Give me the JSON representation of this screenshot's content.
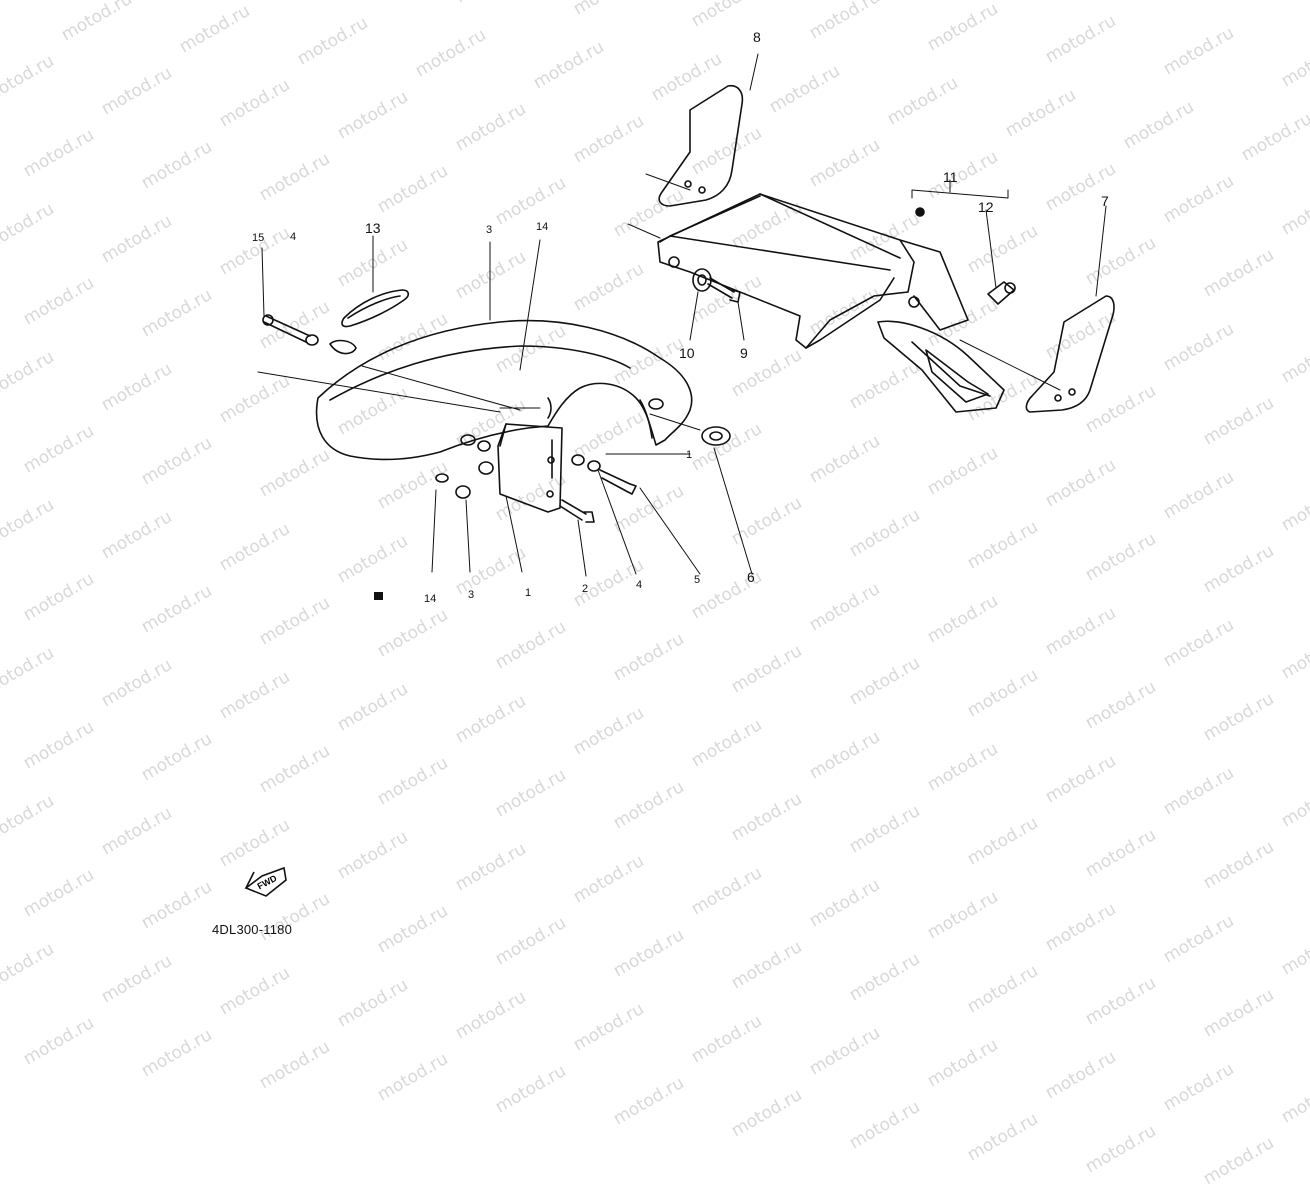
{
  "watermark": {
    "text": "motod.ru",
    "color": "#d8d8d8"
  },
  "callouts": {
    "c1": "1",
    "c1b": "1",
    "c2": "2",
    "c3a": "3",
    "c3b": "3",
    "c4a": "4",
    "c4b": "4",
    "c5": "5",
    "c6": "6",
    "c7": "7",
    "c8": "8",
    "c9": "9",
    "c10": "10",
    "c11": "11",
    "c12": "12",
    "c13": "13",
    "c14a": "14",
    "c14b": "14",
    "c15": "15"
  },
  "direction_badge": {
    "text": "FWD",
    "icon": "forward-arrow-icon"
  },
  "diagram_code": "4DL300-1180",
  "colors": {
    "line": "#111111",
    "background": "#ffffff"
  }
}
